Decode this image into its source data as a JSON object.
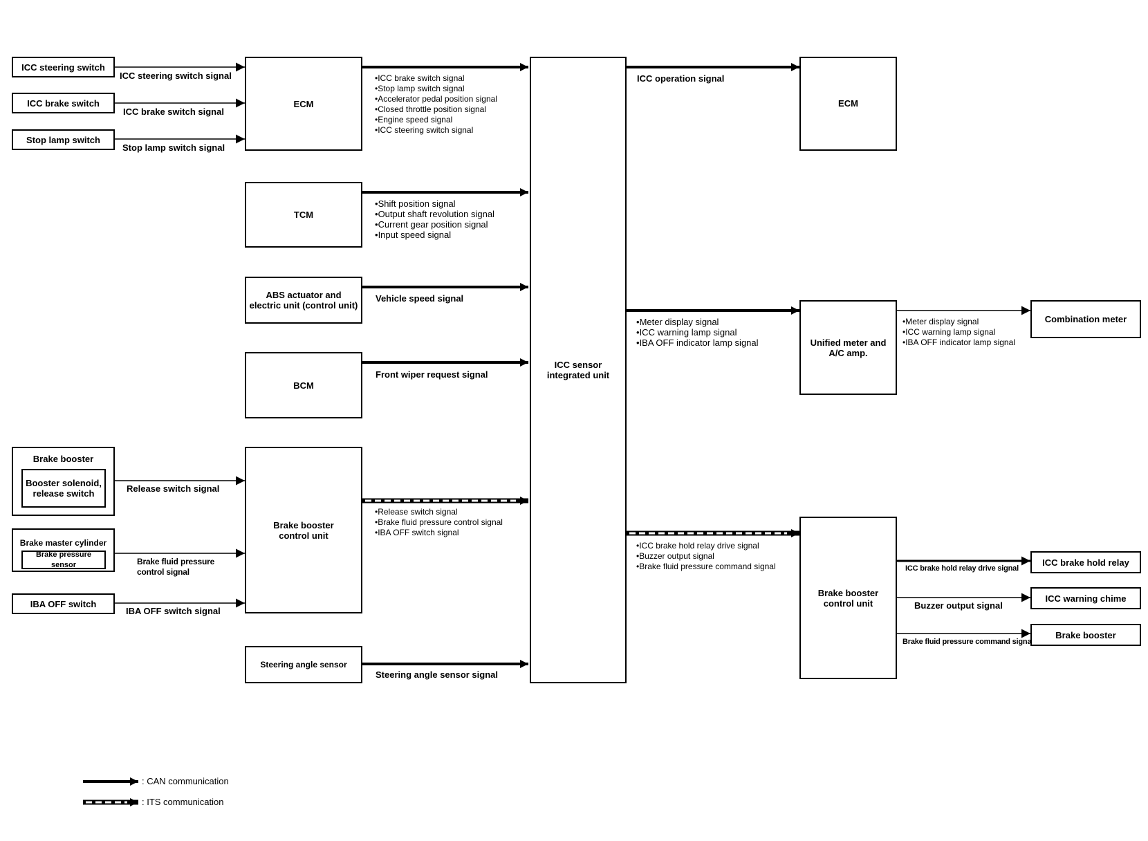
{
  "left": {
    "icc_steering_switch": "ICC steering switch",
    "icc_brake_switch": "ICC brake switch",
    "stop_lamp_switch": "Stop lamp switch",
    "brake_booster": "Brake booster",
    "booster_solenoid": "Booster solenoid,\nrelease switch",
    "brake_master_cylinder": "Brake master cylinder",
    "brake_pressure_sensor": "Brake pressure sensor",
    "iba_off_switch": "IBA OFF switch"
  },
  "left_signals": {
    "icc_steering_switch_signal": "ICC steering switch signal",
    "icc_brake_switch_signal": "ICC brake switch signal",
    "stop_lamp_switch_signal": "Stop lamp switch signal",
    "release_switch_signal": "Release switch signal",
    "brake_fluid_pressure_control_signal": "Brake fluid pressure\ncontrol signal",
    "iba_off_switch_signal": "IBA OFF switch signal"
  },
  "middle": {
    "ecm": "ECM",
    "tcm": "TCM",
    "abs": "ABS actuator and\nelectric unit (control unit)",
    "bcm": "BCM",
    "brake_booster_cu": "Brake booster\ncontrol unit",
    "steering_angle_sensor": "Steering angle sensor"
  },
  "middle_signals": {
    "ecm_list": [
      "ICC brake switch signal",
      "Stop lamp switch signal",
      "Accelerator pedal position signal",
      "Closed throttle position signal",
      "Engine speed signal",
      "ICC steering switch signal"
    ],
    "tcm_list": [
      "Shift position signal",
      "Output shaft revolution signal",
      "Current gear position signal",
      "Input speed signal"
    ],
    "vehicle_speed_signal": "Vehicle speed signal",
    "front_wiper_request_signal": "Front wiper request signal",
    "booster_list": [
      "Release switch signal",
      "Brake fluid pressure control signal",
      "IBA OFF switch signal"
    ],
    "steering_angle_sensor_signal": "Steering angle sensor signal"
  },
  "center": {
    "icc_sensor_unit": "ICC sensor\nintegrated unit"
  },
  "right": {
    "ecm": "ECM",
    "unified_meter": "Unified meter and\nA/C amp.",
    "combination_meter": "Combination meter",
    "brake_booster_cu": "Brake booster\ncontrol unit",
    "icc_brake_hold_relay": "ICC brake hold relay",
    "icc_warning_chime": "ICC warning chime",
    "brake_booster": "Brake booster"
  },
  "right_signals": {
    "icc_operation_signal": "ICC operation signal",
    "meter_list": [
      "Meter display signal",
      "ICC warning lamp signal",
      "IBA OFF indicator lamp signal"
    ],
    "meter_list_out": [
      "Meter display signal",
      "ICC warning lamp signal",
      "IBA OFF indicator lamp signal"
    ],
    "booster_cmd_list": [
      "ICC brake hold relay drive signal",
      "Buzzer output signal",
      "Brake fluid pressure command signal"
    ],
    "icc_brake_hold_relay_drive_signal": "ICC brake hold relay drive signal",
    "buzzer_output_signal": "Buzzer output signal",
    "brake_fluid_pressure_command_signal": "Brake fluid pressure command signal"
  },
  "legend": {
    "can": ": CAN communication",
    "its": ": ITS communication"
  }
}
